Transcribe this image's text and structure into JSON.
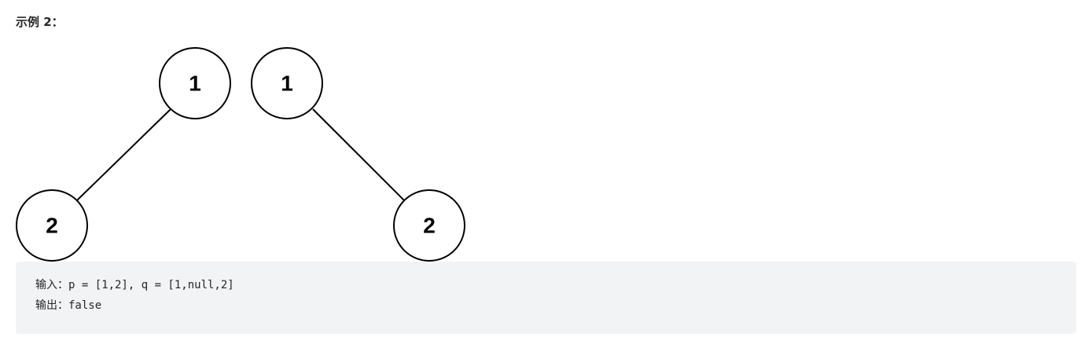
{
  "example": {
    "heading": "示例 2："
  },
  "trees": {
    "left": {
      "root": "1",
      "child": "2",
      "child_side": "left"
    },
    "right": {
      "root": "1",
      "child": "2",
      "child_side": "right"
    }
  },
  "code": {
    "input_label": "输入：",
    "input_value": "p = [1,2], q = [1,null,2]",
    "output_label": "输出：",
    "output_value": "false"
  }
}
